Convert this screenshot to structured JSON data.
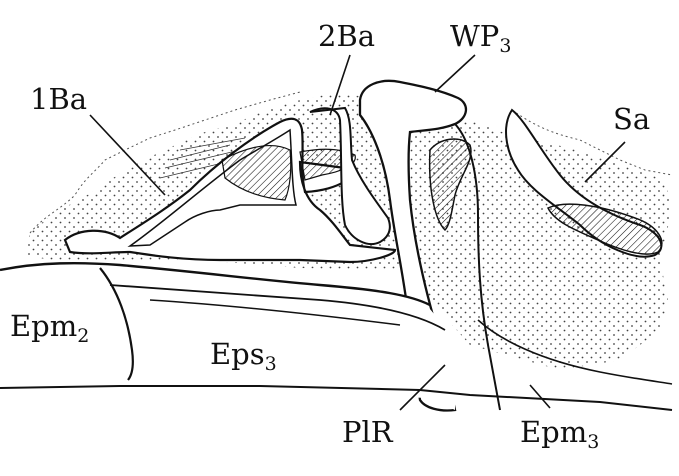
{
  "labels": {
    "ba1": "1Ba",
    "ba2": "2Ba",
    "wp3_base": "WP",
    "wp3_sub": "3",
    "sa": "Sa",
    "epm2_base": "Epm",
    "epm2_sub": "2",
    "eps3_base": "Eps",
    "eps3_sub": "3",
    "plr": "PlR",
    "epm3_base": "Epm",
    "epm3_sub": "3"
  },
  "colors": {
    "ink": "#111111",
    "background": "#ffffff",
    "stipple": "#444444"
  }
}
